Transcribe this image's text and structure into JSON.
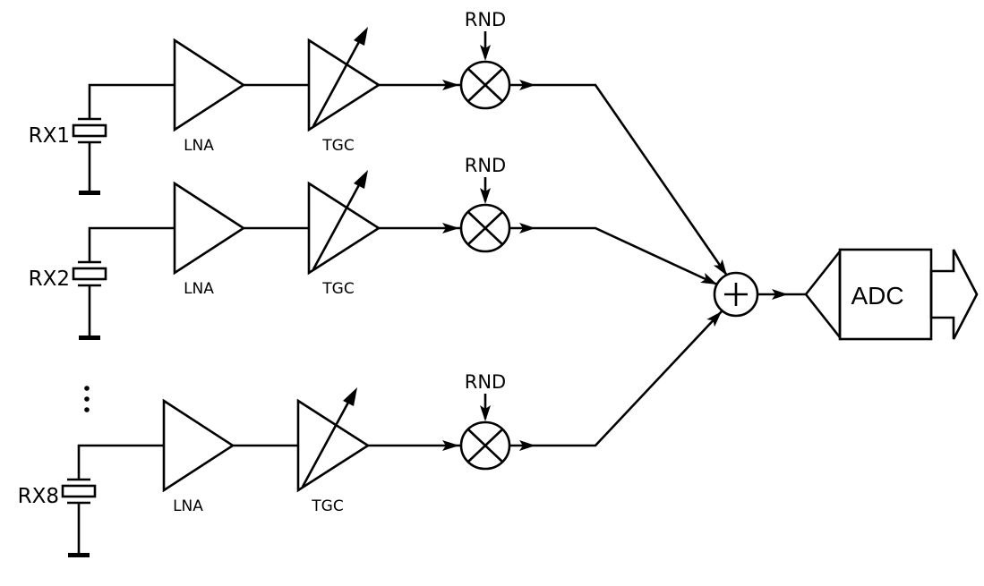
{
  "channels": [
    {
      "rx": "RX1",
      "lna": "LNA",
      "tgc": "TGC",
      "rnd": "RND"
    },
    {
      "rx": "RX2",
      "lna": "LNA",
      "tgc": "TGC",
      "rnd": "RND"
    },
    {
      "rx": "RX8",
      "lna": "LNA",
      "tgc": "TGC",
      "rnd": "RND"
    }
  ],
  "adc": {
    "label": "ADC"
  },
  "summer_symbol": "+",
  "colors": {
    "stroke": "#000000",
    "background": "#ffffff"
  }
}
